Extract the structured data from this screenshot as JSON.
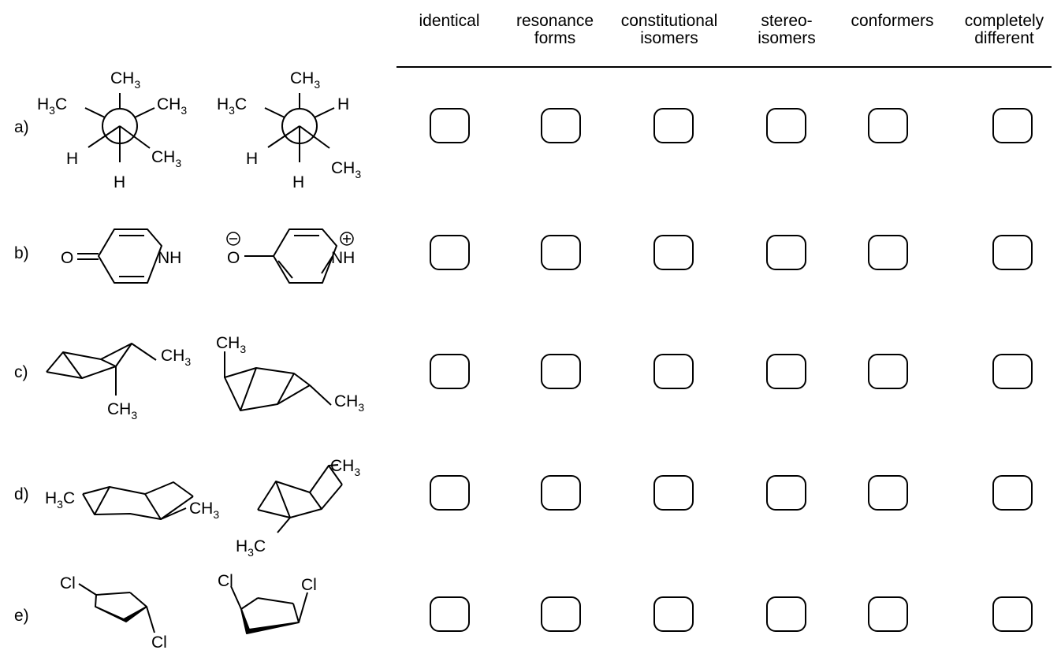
{
  "columns": [
    {
      "line1": "identical",
      "line2": ""
    },
    {
      "line1": "resonance",
      "line2": "forms"
    },
    {
      "line1": "constitutional",
      "line2": "isomers"
    },
    {
      "line1": "stereo-",
      "line2": "isomers"
    },
    {
      "line1": "conformers",
      "line2": ""
    },
    {
      "line1": "completely",
      "line2": "different"
    }
  ],
  "rows": [
    {
      "label": "a)"
    },
    {
      "label": "b)"
    },
    {
      "label": "c)"
    },
    {
      "label": "d)"
    },
    {
      "label": "e)"
    }
  ],
  "atoms": {
    "H": "H",
    "C": "C",
    "CH": "CH",
    "num3": "3",
    "H3C_H": "H",
    "O": "O",
    "NH": "NH",
    "Cl": "Cl",
    "minus": "−",
    "plus": "+"
  }
}
